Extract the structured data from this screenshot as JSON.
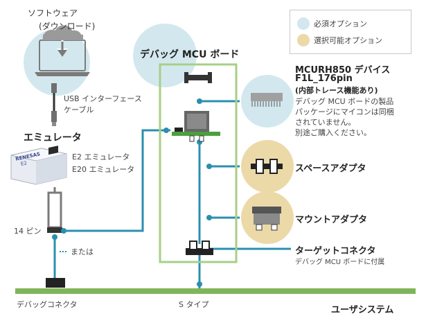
{
  "colors": {
    "required": "#d3e8ee",
    "optional": "#ecd9a8",
    "line": "#2a8fae",
    "board_border": "#a7cf86",
    "user_system_bar": "#7fb55a",
    "gray_icon": "#9a9a9a"
  },
  "legend": {
    "required": "必須オプション",
    "optional": "選択可能オプション"
  },
  "software": {
    "title": "ソフトウェア",
    "subtitle": "(ダウンロード)"
  },
  "cable": {
    "label_line1": "USB インターフェース",
    "label_line2": "ケーブル"
  },
  "emulator": {
    "title": "エミュレータ",
    "e2": "E2 エミュレータ",
    "e20": "E20 エミュレータ",
    "brand": "RENESAS",
    "model": "E2"
  },
  "pin14": "14 ピン",
  "or_label": "または",
  "debug_connector": "デバッグコネクタ",
  "s_type": "S タイプ",
  "user_system": "ユーザシステム",
  "board": {
    "title": "デバッグ MCU ボード"
  },
  "device": {
    "title_line1": "MCURH850 デバイス",
    "title_line2": "F1L_176pin",
    "title_line3": "(内部トレース機能あり)",
    "desc_line1": "デバッグ MCU ボードの製品",
    "desc_line2": "パッケージにマイコンは同梱",
    "desc_line3": "されていません。",
    "desc_line4": "別途ご購入ください。"
  },
  "space_adapter": "スペースアダプタ",
  "mount_adapter": "マウントアダプタ",
  "target_connector": {
    "title": "ターゲットコネクタ",
    "note": "デバッグ MCU ボードに付属"
  }
}
